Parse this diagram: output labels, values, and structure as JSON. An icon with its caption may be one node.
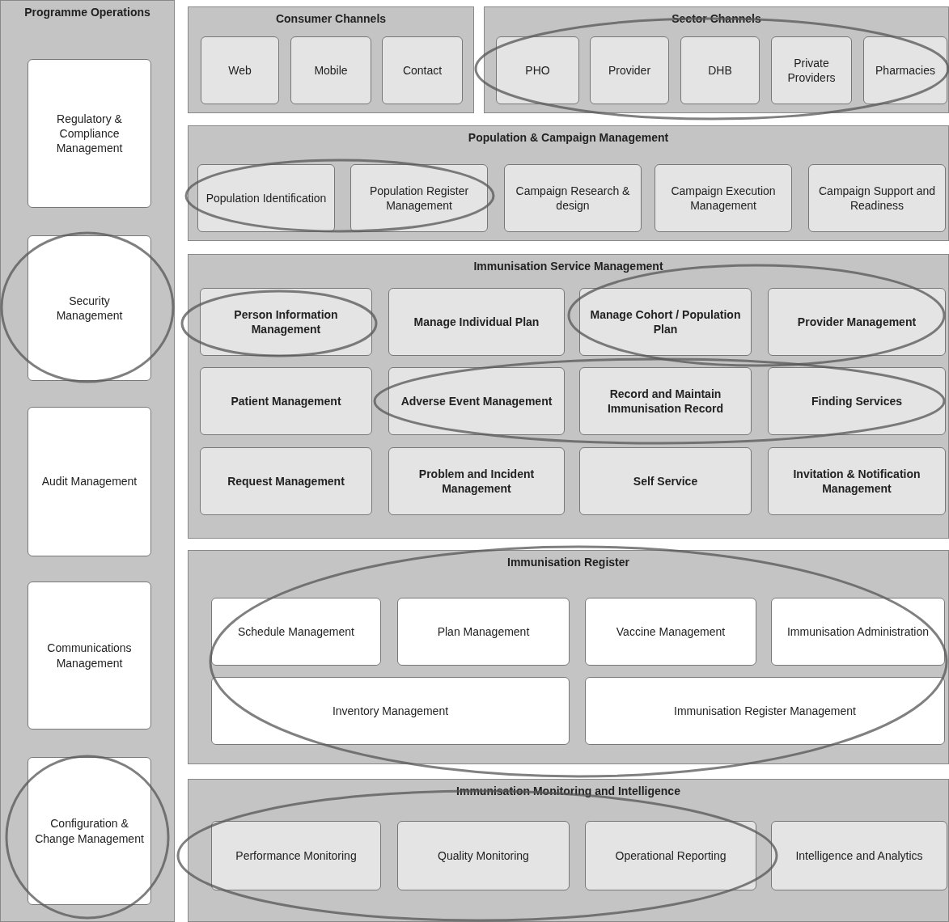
{
  "diagram": {
    "nodes": [
      {
        "text": [
          "Programme Operations"
        ]
      },
      {
        "text": [
          "Regulatory & Compliance Management"
        ],
        "in": 0
      },
      {
        "text": [
          "Security Management"
        ],
        "in": 0
      },
      {
        "text": [
          "Audit Management"
        ],
        "in": 0
      },
      {
        "text": [
          "Communications Management"
        ],
        "in": 0
      },
      {
        "text": [
          "Configuration & Change Management"
        ],
        "in": 0
      },
      {
        "text": [
          "Consumer Channels"
        ]
      },
      {
        "text": [
          "Web"
        ],
        "in": 6
      },
      {
        "text": [
          "Mobile"
        ],
        "in": 6
      },
      {
        "text": [
          "Contact"
        ],
        "in": 6
      },
      {
        "text": [
          "Sector Channels"
        ]
      },
      {
        "text": [
          "PHO"
        ],
        "in": 10
      },
      {
        "text": [
          "Provider"
        ],
        "in": 10
      },
      {
        "text": [
          "DHB"
        ],
        "in": 10
      },
      {
        "text": [
          "Private Providers"
        ],
        "in": 10
      },
      {
        "text": [
          "Pharmacies"
        ],
        "in": 10
      },
      {
        "text": [
          "Population & Campaign Management"
        ]
      },
      {
        "text": [
          "Population Identification"
        ],
        "in": 16
      },
      {
        "text": [
          "Population Register Management"
        ],
        "in": 16
      },
      {
        "text": [
          "Campaign Research & design"
        ],
        "in": 16
      },
      {
        "text": [
          "Campaign Execution Management"
        ],
        "in": 16
      },
      {
        "text": [
          "Campaign Support and Readiness"
        ],
        "in": 16
      },
      {
        "text": [
          "Immunisation Service Management"
        ]
      },
      {
        "text": [
          "Person Information Management"
        ],
        "in": 22
      },
      {
        "text": [
          "Manage Individual Plan"
        ],
        "in": 22
      },
      {
        "text": [
          "Manage Cohort / Population Plan"
        ],
        "in": 22
      },
      {
        "text": [
          "Provider Management"
        ],
        "in": 22
      },
      {
        "text": [
          "Patient Management"
        ],
        "in": 22
      },
      {
        "text": [
          "Adverse Event Management"
        ],
        "in": 22
      },
      {
        "text": [
          "Record and Maintain Immunisation Record"
        ],
        "in": 22
      },
      {
        "text": [
          "Finding Services"
        ],
        "in": 22
      },
      {
        "text": [
          "Request Management"
        ],
        "in": 22
      },
      {
        "text": [
          "Problem and Incident Management"
        ],
        "in": 22
      },
      {
        "text": [
          "Self Service"
        ],
        "in": 22
      },
      {
        "text": [
          "Invitation & Notification Management"
        ],
        "in": 22
      },
      {
        "text": [
          "Immunisation Register"
        ]
      },
      {
        "text": [
          "Schedule Management"
        ],
        "in": 35
      },
      {
        "text": [
          "Plan Management"
        ],
        "in": 35
      },
      {
        "text": [
          "Vaccine Management"
        ],
        "in": 35
      },
      {
        "text": [
          "Immunisation Administration"
        ],
        "in": 35
      },
      {
        "text": [
          "Inventory Management"
        ],
        "in": 35
      },
      {
        "text": [
          "Immunisation Register Management"
        ],
        "in": 35
      },
      {
        "text": [
          "Immunisation Monitoring and Intelligence"
        ]
      },
      {
        "text": [
          "Performance Monitoring"
        ],
        "in": 42
      },
      {
        "text": [
          "Quality Monitoring"
        ],
        "in": 42
      },
      {
        "text": [
          "Operational Reporting"
        ],
        "in": 42
      },
      {
        "text": [
          "Intelligence and Analytics"
        ],
        "in": 42
      }
    ]
  }
}
